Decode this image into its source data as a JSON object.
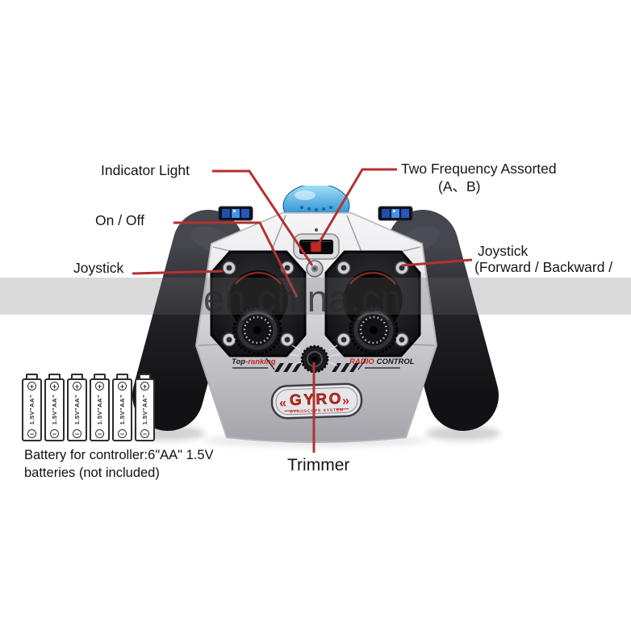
{
  "callouts": {
    "indicator_light": {
      "label": "Indicator Light"
    },
    "on_off": {
      "label": "On / Off"
    },
    "joystick_left": {
      "label": "Joystick"
    },
    "two_frequency": {
      "label_line1": "Two Frequency Assorted",
      "label_line2": "(A、B)"
    },
    "joystick_right": {
      "label_line1": "Joystick",
      "label_line2": "(Forward / Backward /"
    },
    "trimmer": {
      "label": "Trimmer"
    }
  },
  "battery_note": {
    "line1": "Battery for controller:6\"AA\" 1.5V",
    "line2": "batteries (not included)",
    "battery_label": "1.5V\"AA\"",
    "battery_count": 6,
    "plus": "+",
    "minus": "−"
  },
  "watermark": {
    "text": "en.china.cn"
  },
  "controller": {
    "badge": {
      "left_chevron": "«",
      "name": "GYRO",
      "right_chevron": "»",
      "subtitle": "GYROSCOPE SYSTEM"
    },
    "wing_left": {
      "black": "Top",
      "red": "-ranking"
    },
    "wing_right": {
      "red": "RADIO",
      "black": "CONTROL"
    }
  },
  "colors": {
    "callout_red": "#b23230",
    "label_black": "#161616",
    "badge_red": "#c5261b",
    "dome_blue": "#2a8fd0"
  }
}
